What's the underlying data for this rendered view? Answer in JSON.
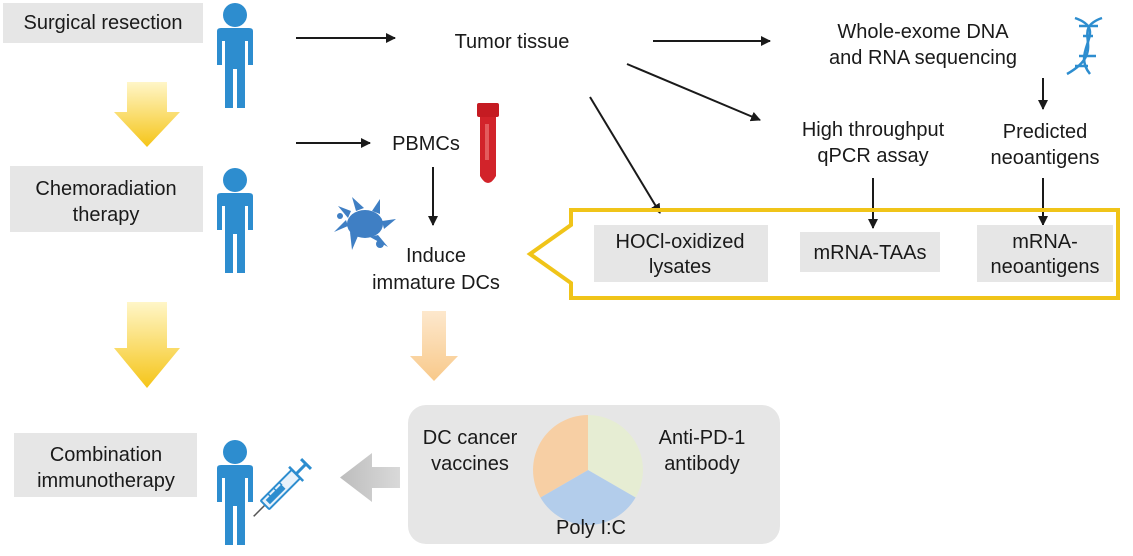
{
  "patient_steps": {
    "surgical": "Surgical resection",
    "chemo_line1": "Chemoradiation",
    "chemo_line2": "therapy",
    "combo_line1": "Combination",
    "combo_line2": "immunotherapy"
  },
  "flow": {
    "tumor_tissue": "Tumor tissue",
    "sequencing_line1": "Whole-exome DNA",
    "sequencing_line2": "and RNA sequencing",
    "qpcr_line1": "High throughput",
    "qpcr_line2": "qPCR assay",
    "predicted_line1": "Predicted",
    "predicted_line2": "neoantigens",
    "pbmcs": "PBMCs",
    "induce_line1": "Induce",
    "induce_line2": "immature DCs"
  },
  "antigen_panel": {
    "hocl_line1": "HOCl-oxidized",
    "hocl_line2": "lysates",
    "mrna_taas": "mRNA-TAAs",
    "mrna_neo_line1": "mRNA-",
    "mrna_neo_line2": "neoantigens"
  },
  "combo_panel": {
    "dc_line1": "DC cancer",
    "dc_line2": "vaccines",
    "antipd1_line1": "Anti-PD-1",
    "antipd1_line2": "antibody",
    "polyic": "Poly I:C"
  },
  "colors": {
    "person_blue": "#2d8dcf",
    "yellow_arrow": "#f5c518",
    "yellow_frame": "#f0c419",
    "peach_arrow": "#f8c98a",
    "gray_box": "#e6e6e6",
    "pie_orange": "#f7cfa4",
    "pie_green": "#e6edd3",
    "pie_blue": "#b3cdeb",
    "tube_red": "#d2232a",
    "dc_cell_blue": "#3f7fc4"
  }
}
